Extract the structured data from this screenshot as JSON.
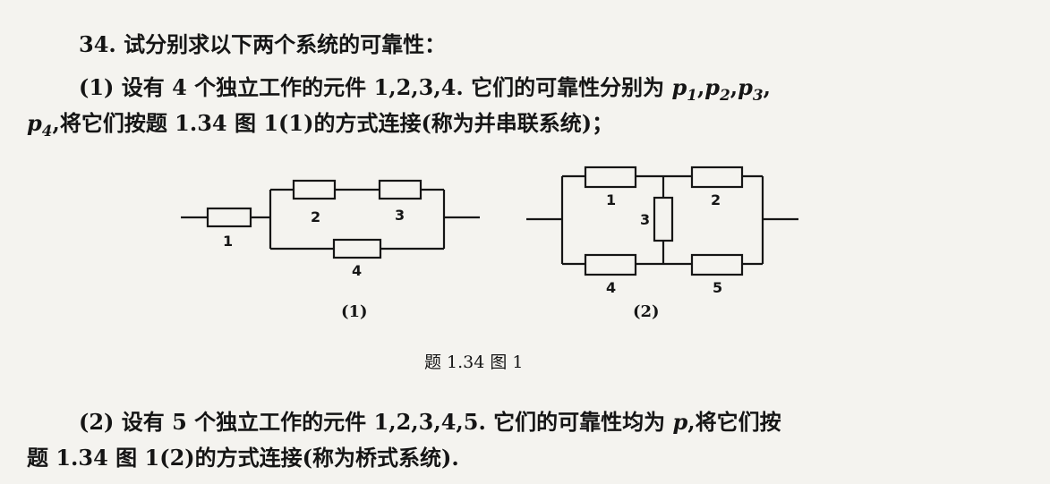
{
  "problem": {
    "number": "34.",
    "intro": "试分别求以下两个系统的可靠性：",
    "part1_a": "(1) 设有 4 个独立工作的元件 1,2,3,4. 它们的可靠性分别为 ",
    "part1_vars": [
      "p",
      "1",
      "p",
      "2",
      "p",
      "3"
    ],
    "part1_b": "将它们按题 1.34 图 1(1)的方式连接(称为并串联系统)；",
    "part1_p4": "4",
    "part2_a": "(2) 设有 5 个独立工作的元件 1,2,3,4,5. 它们的可靠性均为 ",
    "part2_var": "p",
    "part2_b": ",将它们按",
    "part2_c": "题 1.34 图 1(2)的方式连接(称为桥式系统)."
  },
  "figure": {
    "caption": "题 1.34 图 1",
    "sub1_label": "(1)",
    "sub2_label": "(2)",
    "circuit1": {
      "labels": [
        "1",
        "2",
        "3",
        "4"
      ]
    },
    "circuit2": {
      "labels": [
        "1",
        "2",
        "3",
        "4",
        "5"
      ]
    }
  }
}
